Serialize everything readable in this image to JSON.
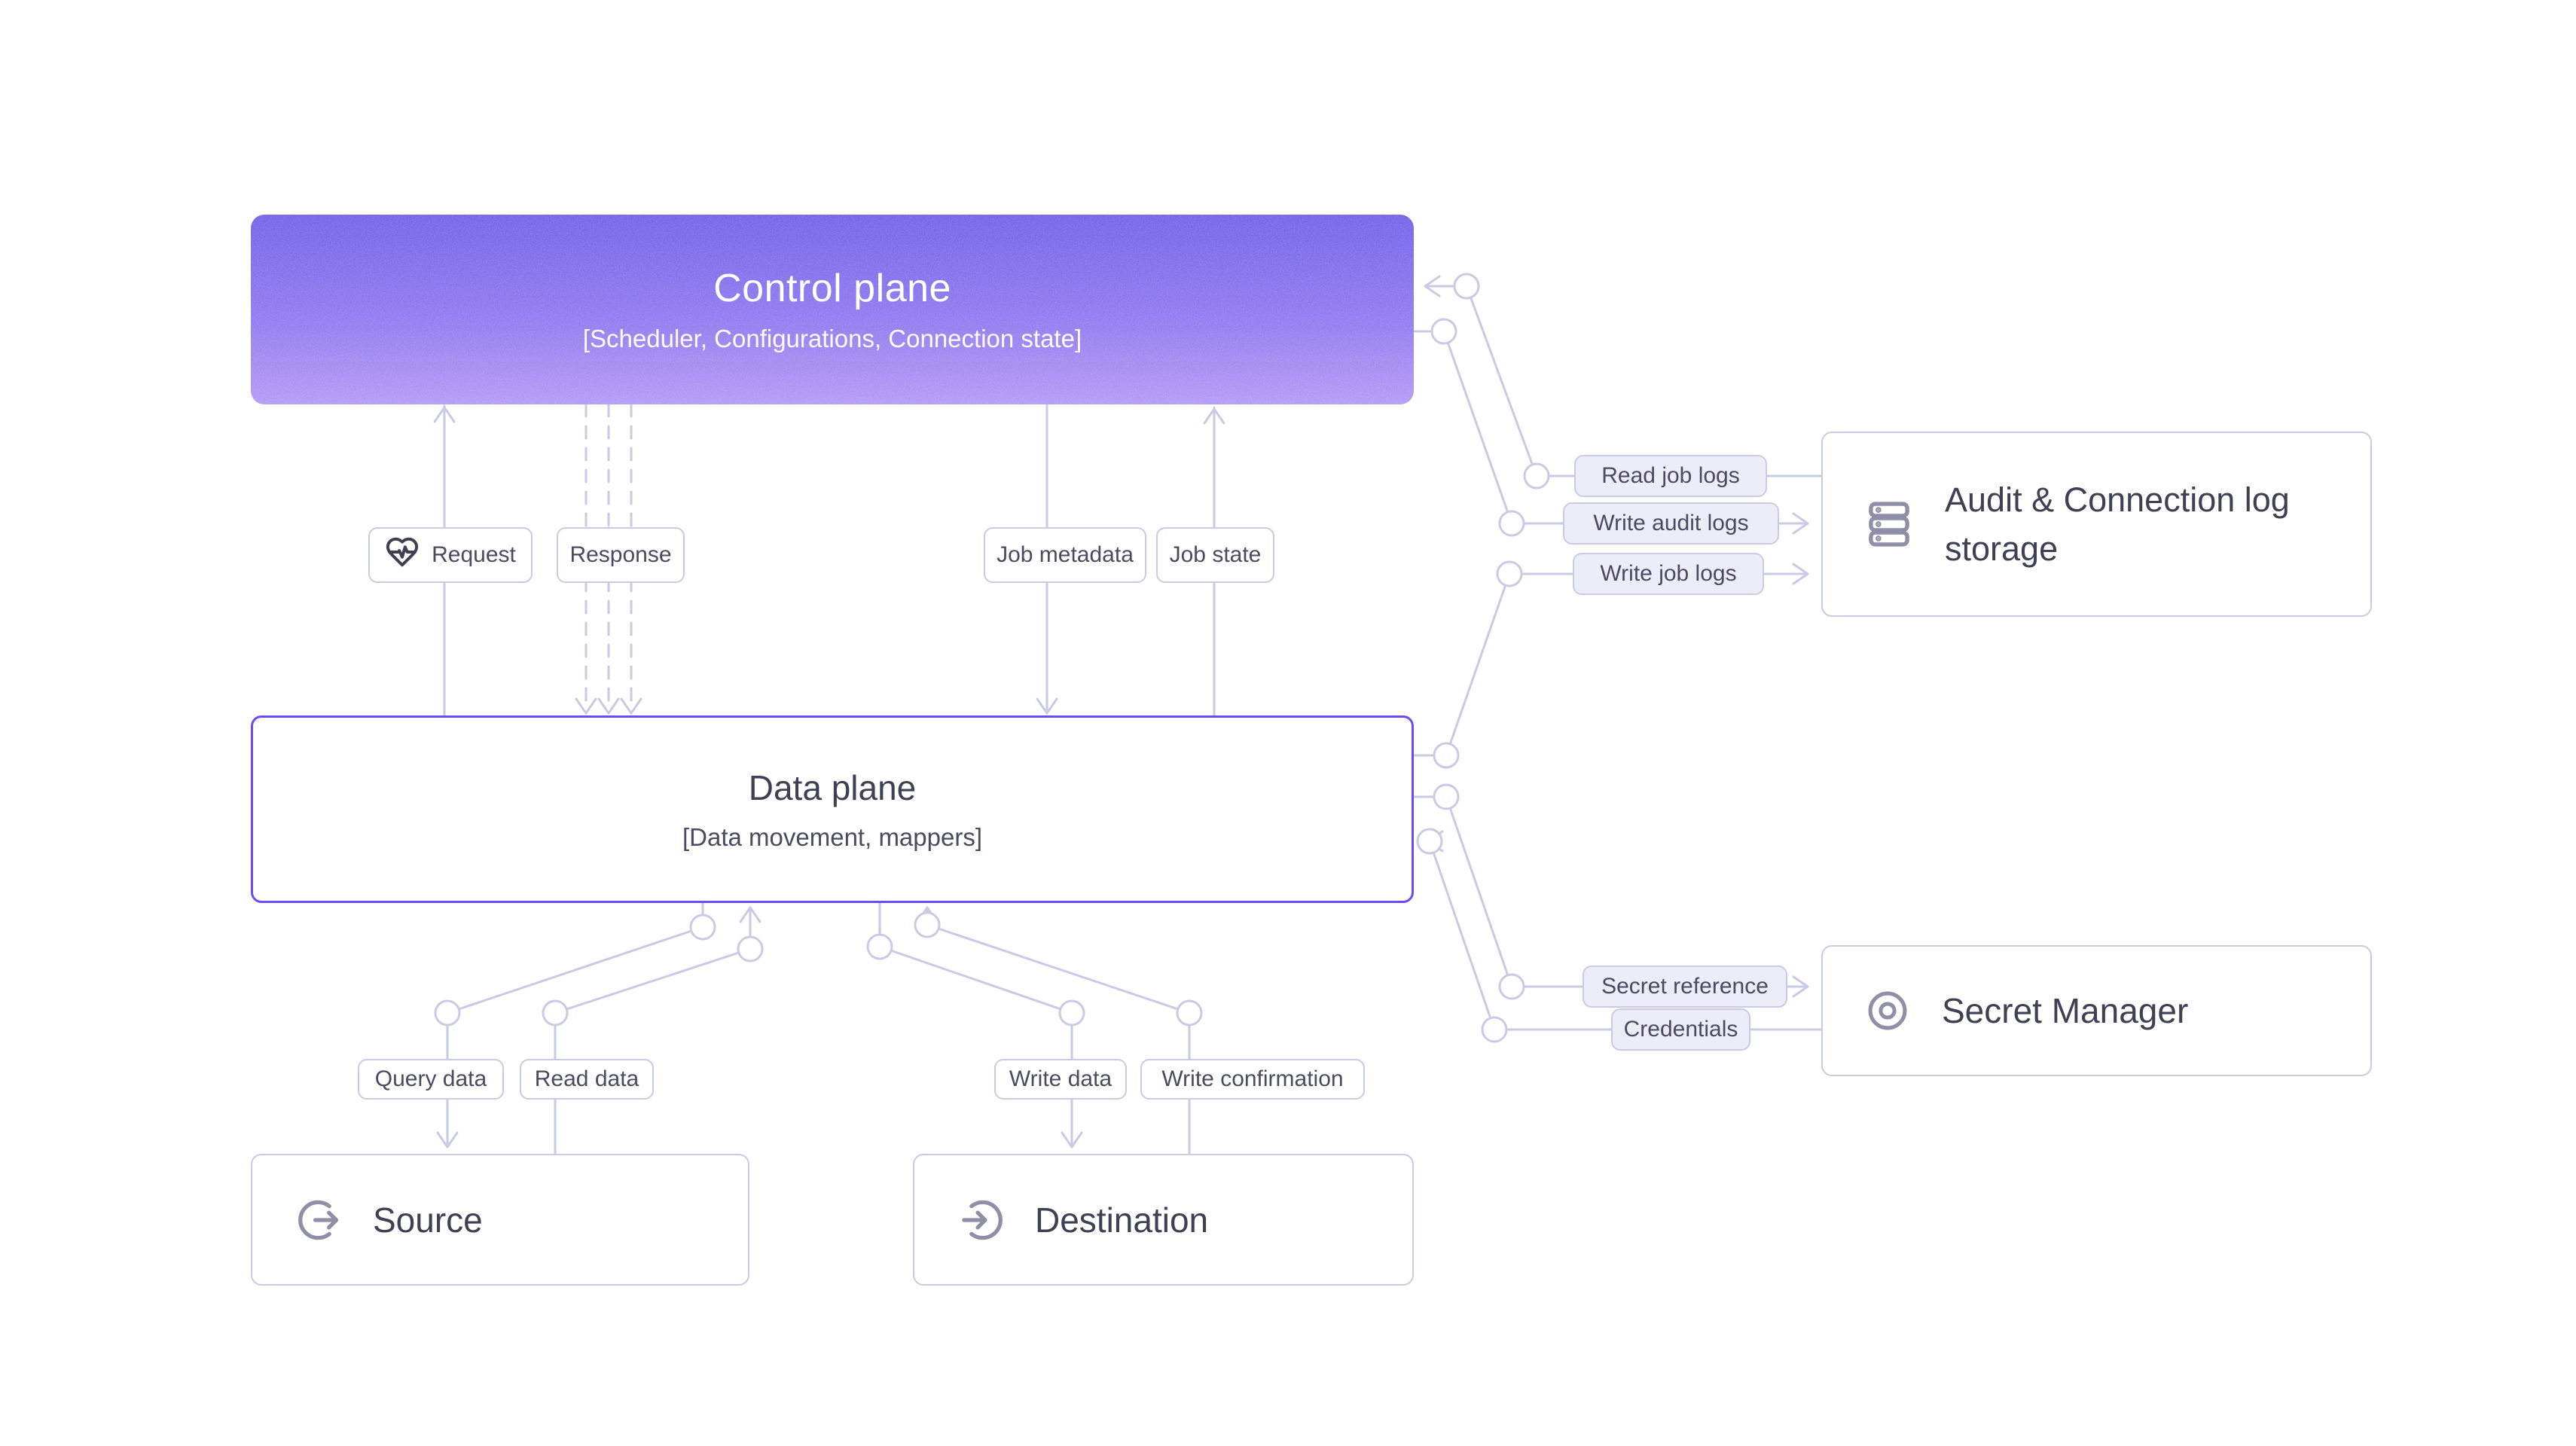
{
  "control_plane": {
    "title": "Control plane",
    "subtitle": "[Scheduler, Configurations, Connection state]"
  },
  "data_plane": {
    "title": "Data plane",
    "subtitle": "[Data movement, mappers]"
  },
  "nodes": {
    "source": {
      "title": "Source"
    },
    "destination": {
      "title": "Destination"
    },
    "audit_log_storage": {
      "title": "Audit & Connection log storage"
    },
    "secret_manager": {
      "title": "Secret Manager"
    }
  },
  "edge_labels": {
    "request": "Request",
    "response": "Response",
    "job_metadata": "Job metadata",
    "job_state": "Job state",
    "query_data": "Query data",
    "read_data": "Read data",
    "write_data": "Write data",
    "write_confirmation": "Write confirmation",
    "read_job_logs": "Read job logs",
    "write_audit_logs": "Write audit logs",
    "write_job_logs": "Write job logs",
    "secret_reference": "Secret reference",
    "credentials": "Credentials"
  },
  "colors": {
    "control_gradient_top": "#6e5ae8",
    "control_gradient_bottom": "#b095f4",
    "data_plane_border": "#6c4bf0",
    "connector_line": "#c9cae3",
    "text_dark": "#3f4053",
    "label_tint_fill": "#ecedf8",
    "icon_gray": "#8f8fa8",
    "background": "#ffffff"
  }
}
